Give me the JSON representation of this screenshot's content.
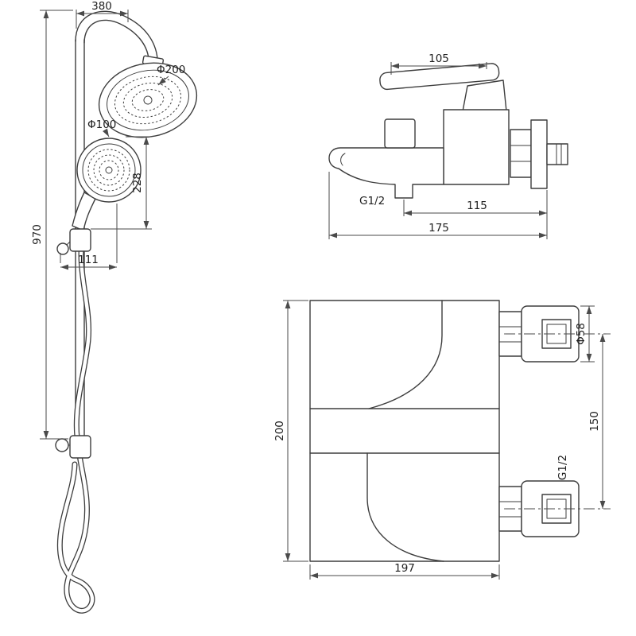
{
  "drawing": {
    "background": "#ffffff",
    "line_color": "#3d3d3d"
  },
  "shower_column": {
    "top_width": "380",
    "rain_head_diameter": "Φ200",
    "hand_shower_diameter": "Φ100",
    "hand_shower_offset": "228",
    "column_height": "970",
    "slider_offset": "111"
  },
  "mixer_side_view": {
    "handle_length": "105",
    "outlet_thread": "G1/2",
    "outlet_to_wall": "115",
    "total_depth": "175"
  },
  "mixer_front_view": {
    "body_height": "200",
    "escutcheon_size": "Φ58",
    "inlet_spacing": "150",
    "inlet_thread": "G1/2",
    "body_width": "197"
  }
}
